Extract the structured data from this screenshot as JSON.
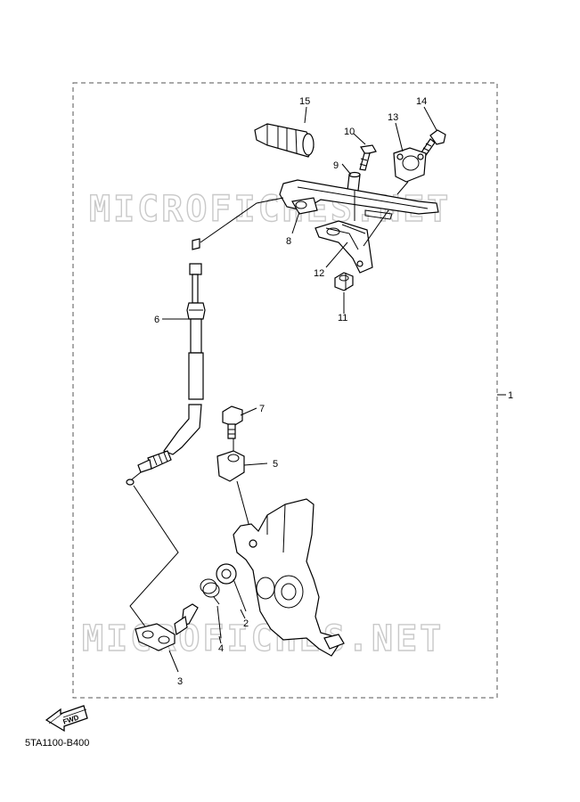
{
  "diagram_code": "5TA1100-B400",
  "watermark": "MICROFICHES.NET",
  "fwd_label": "FWD",
  "callouts": [
    "1",
    "2",
    "3",
    "4",
    "5",
    "6",
    "7",
    "8",
    "9",
    "10",
    "11",
    "12",
    "13",
    "14",
    "15"
  ],
  "colors": {
    "line": "#000000",
    "border": "#555555",
    "watermark": "#c9c9c9"
  }
}
